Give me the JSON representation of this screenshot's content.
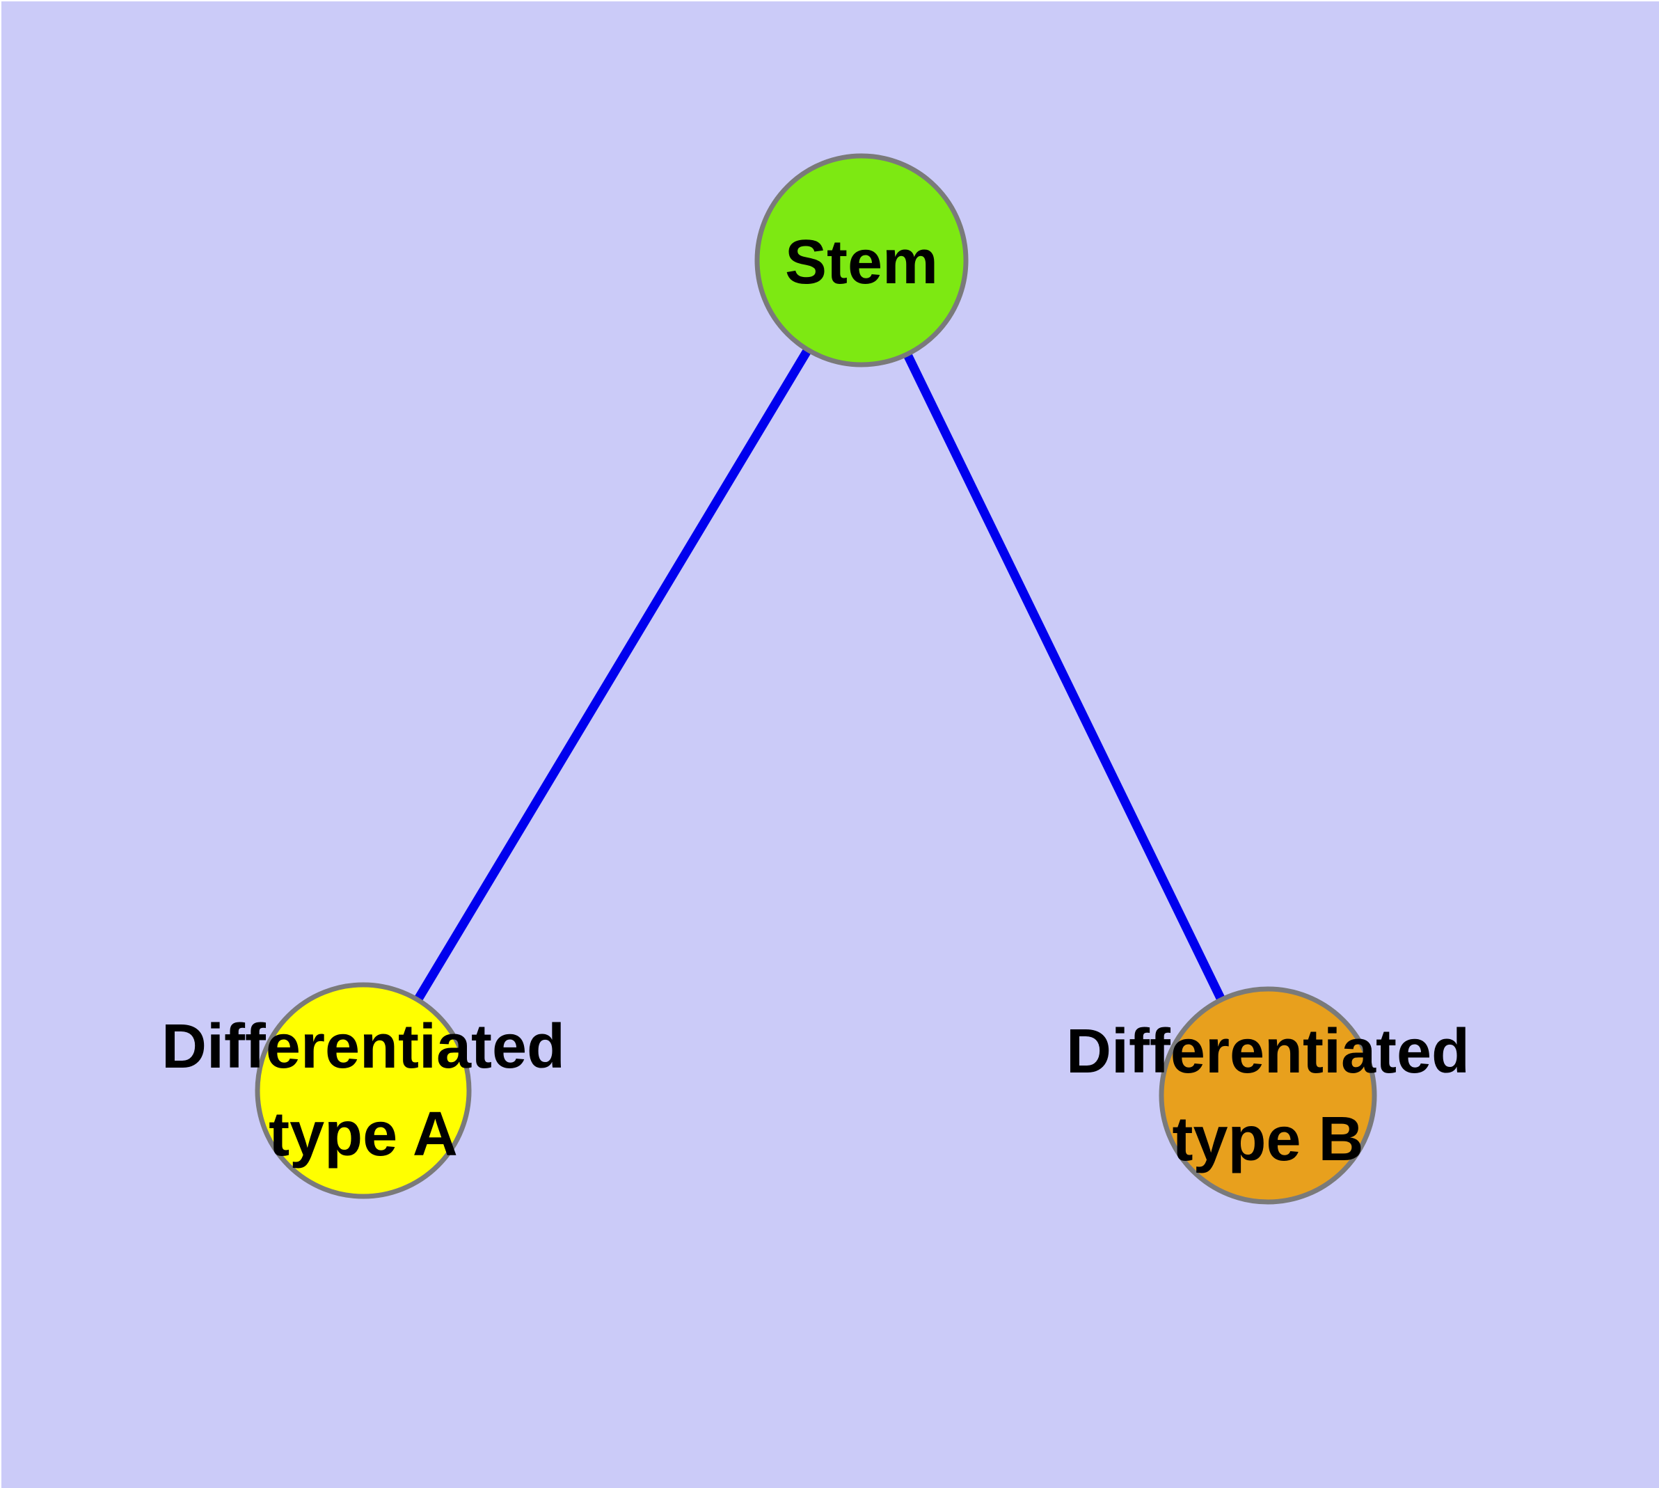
{
  "colors": {
    "background": "#CBCBF8",
    "edge": "#0000EE",
    "node_border": "#7A7A7A",
    "label_text": "#000000"
  },
  "nodes": {
    "stem": {
      "label": "Stem",
      "fill": "#7DE912"
    },
    "type_a": {
      "label_line1": "Differentiated",
      "label_line2": "type A",
      "fill": "#FFFF00"
    },
    "type_b": {
      "label_line1": "Differentiated",
      "label_line2": "type B",
      "fill": "#E8A01D"
    }
  },
  "edges": {
    "stem_to_type_a": {
      "from": "Stem",
      "to": "Differentiated type A"
    },
    "stem_to_type_b": {
      "from": "Stem",
      "to": "Differentiated type B"
    }
  }
}
